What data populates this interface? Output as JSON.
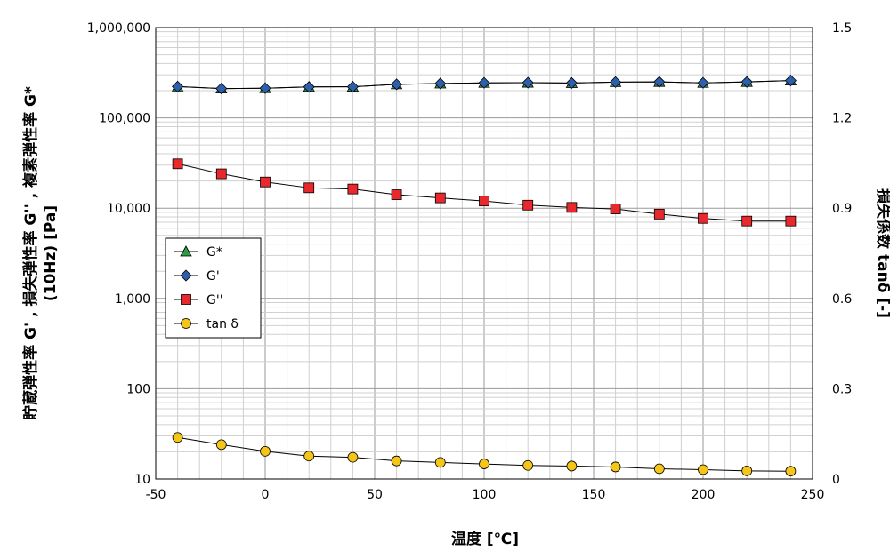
{
  "chart_data": {
    "type": "line",
    "xlabel": "温度 [℃]",
    "ylabel_left_line1": "貯蔵弾性率 G' , 損失弾性率 G'' , 複素弾性率 G*",
    "ylabel_left_line2": "(10Hz) [Pa]",
    "ylabel_right": "損失係数 tanδ [-]",
    "xlim": [
      -50,
      250
    ],
    "xticks": [
      -50,
      0,
      50,
      100,
      150,
      200,
      250
    ],
    "xtick_labels": [
      "-50",
      "0",
      "50",
      "100",
      "150",
      "200",
      "250"
    ],
    "ylim_left": [
      10,
      1000000
    ],
    "yscale_left": "log",
    "yticks_left_labels": [
      "10",
      "100",
      "1,000",
      "10,000",
      "100,000",
      "1,000,000"
    ],
    "ylim_right": [
      0,
      1.5
    ],
    "yticks_right_labels": [
      "0",
      "0.3",
      "0.6",
      "0.9",
      "1.2",
      "1.5"
    ],
    "grid": true,
    "legend_position": "left-middle",
    "x": [
      -40,
      -20,
      0,
      20,
      40,
      60,
      80,
      100,
      120,
      140,
      160,
      180,
      200,
      220,
      240
    ],
    "series": [
      {
        "name": "G*",
        "axis": "left",
        "marker": "triangle",
        "color": "#2e9a46",
        "values": [
          222000,
          211000,
          213000,
          220000,
          221000,
          235000,
          240000,
          244000,
          245000,
          243000,
          249000,
          250000,
          244000,
          250000,
          259000
        ]
      },
      {
        "name": "G'",
        "axis": "left",
        "marker": "diamond",
        "color": "#2e5fac",
        "values": [
          222000,
          211000,
          213000,
          220000,
          221000,
          235000,
          240000,
          244000,
          245000,
          243000,
          249000,
          250000,
          244000,
          250000,
          259000
        ]
      },
      {
        "name": "G''",
        "axis": "left",
        "marker": "square",
        "color": "#e8282c",
        "values": [
          31000,
          24000,
          19500,
          16800,
          16300,
          14100,
          13000,
          12000,
          10800,
          10200,
          9800,
          8600,
          7700,
          7200,
          7200
        ]
      },
      {
        "name": "tan δ",
        "axis": "right",
        "marker": "circle",
        "color": "#f5c518",
        "values": [
          0.138,
          0.114,
          0.092,
          0.076,
          0.072,
          0.06,
          0.055,
          0.05,
          0.045,
          0.043,
          0.04,
          0.034,
          0.031,
          0.027,
          0.026
        ]
      }
    ]
  }
}
